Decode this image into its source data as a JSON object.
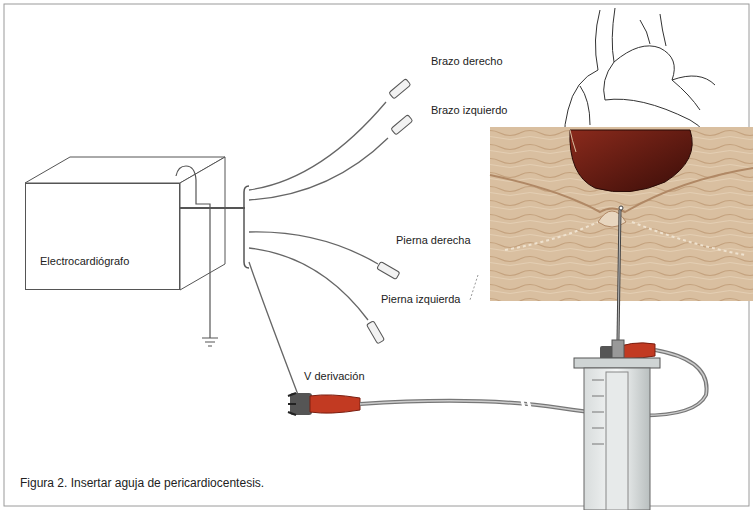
{
  "diagram": {
    "caption": "Figura 2. Insertar aguja de pericardiocentesis.",
    "nodes": [
      {
        "text": [
          "Electrocardiógrafo"
        ]
      }
    ],
    "labels": [
      "Brazo derecho",
      "Brazo izquierdo",
      "Pierna derecha",
      "Pierna izquierda",
      "V derivación"
    ]
  }
}
